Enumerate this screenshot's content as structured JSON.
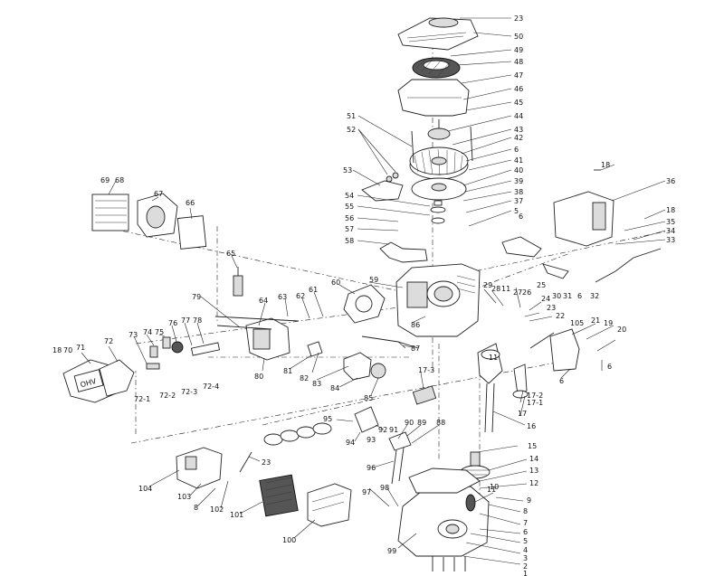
{
  "labels": {
    "l1": "1",
    "l2": "2",
    "l3": "3",
    "l4": "4",
    "l5": "5",
    "l6": "6",
    "l7": "7",
    "l8": "8",
    "l9": "9",
    "l10": "10",
    "l11": "11",
    "l12": "12",
    "l13": "13",
    "l14": "14",
    "l15": "15",
    "l16": "16",
    "l17": "17",
    "l18": "18",
    "l19": "19",
    "l20": "20",
    "l21": "21",
    "l22": "22",
    "l23": "23",
    "l24": "24",
    "l25": "25",
    "l26": "26",
    "l27": "27",
    "l28": "28",
    "l29": "29",
    "l30": "30",
    "l31": "31",
    "l32": "32",
    "l33": "33",
    "l34": "34",
    "l35": "35",
    "l36": "36",
    "l37": "37",
    "l38": "38",
    "l39": "39",
    "l40": "40",
    "l41": "41",
    "l42": "42",
    "l43": "43",
    "l44": "44",
    "l45": "45",
    "l46": "46",
    "l47": "47",
    "l48": "48",
    "l49": "49",
    "l50": "50",
    "l51": "51",
    "l52": "52",
    "l53": "53",
    "l54": "54",
    "l55": "55",
    "l56": "56",
    "l57": "57",
    "l58": "58",
    "l59": "59",
    "l60": "60",
    "l61": "61",
    "l62": "62",
    "l63": "63",
    "l64": "64",
    "l65": "65",
    "l66": "66",
    "l67": "67",
    "l68": "68",
    "l69": "69",
    "l70": "70",
    "l71": "71",
    "l72": "72",
    "l72_1": "72-1",
    "l72_2": "72-2",
    "l72_3": "72-3",
    "l72_4": "72-4",
    "l73": "73",
    "l74": "74",
    "l75": "75",
    "l76": "76",
    "l77": "77",
    "l78": "78",
    "l79": "79",
    "l80": "80",
    "l81": "81",
    "l82": "82",
    "l83": "83",
    "l84": "84",
    "l85": "85",
    "l86": "86",
    "l87": "87",
    "l88": "88",
    "l89": "89",
    "l90": "90",
    "l91": "91",
    "l92": "92",
    "l93": "93",
    "l94": "94",
    "l95": "95",
    "l96": "96",
    "l97": "97",
    "l98": "98",
    "l99": "99",
    "l100": "100",
    "l101": "101",
    "l102": "102",
    "l103": "103",
    "l104": "104",
    "l105": "105",
    "l17_1": "17-1",
    "l17_2": "17-2",
    "l17_3": "17-3"
  },
  "ohv_mark": "OHV"
}
